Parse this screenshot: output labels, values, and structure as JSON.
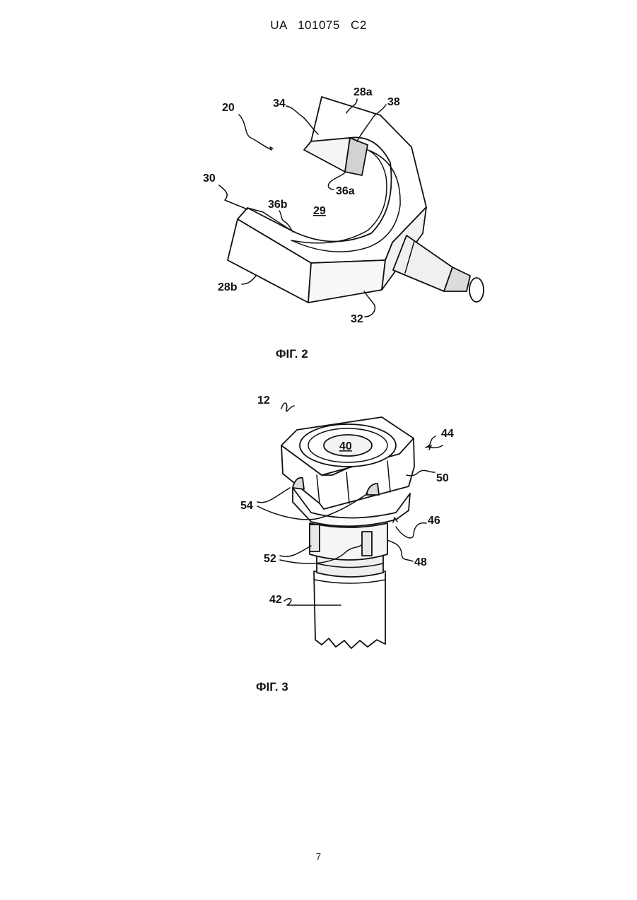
{
  "header": {
    "text": "UA   101075   C2"
  },
  "fig2": {
    "caption": "ФІГ. 2",
    "labels": {
      "l20": "20",
      "l34": "34",
      "l28a": "28a",
      "l38": "38",
      "l30": "30",
      "l36a": "36a",
      "l36b": "36b",
      "l29": "29",
      "l28b": "28b",
      "l32": "32"
    }
  },
  "fig3": {
    "caption": "ФІГ. 3",
    "labels": {
      "l12": "12",
      "l44": "44",
      "l40": "40",
      "l50": "50",
      "l54": "54",
      "l46": "46",
      "l52": "52",
      "l48": "48",
      "l42": "42"
    }
  },
  "page_number": "7"
}
